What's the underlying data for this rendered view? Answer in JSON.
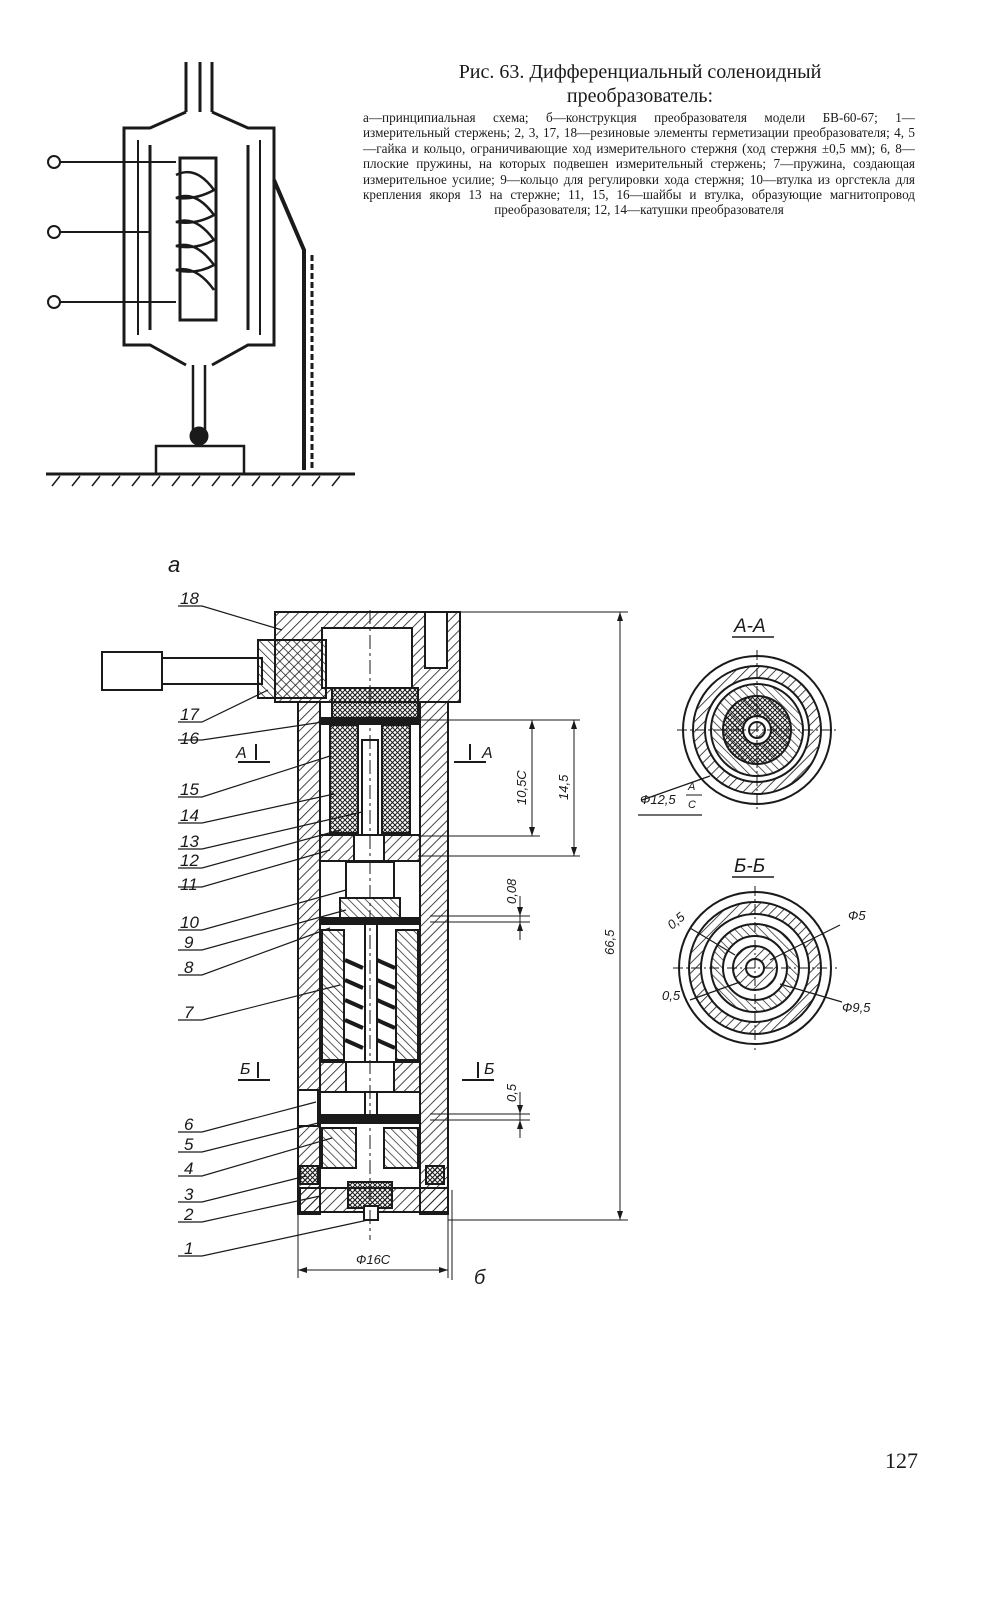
{
  "caption": {
    "title_line1": "Рис. 63. Дифференциальный соленоидный",
    "title_line2": "преобразователь:",
    "body": "а—принципиальная схема; б—конструкция преобразователя модели БВ-60-67; 1—измерительный стержень; 2, 3, 17, 18—резиновые элементы герметизации преобразователя; 4, 5—гайка и кольцо, ограничивающие ход измерительного стержня (ход стержня ±0,5 мм); 6, 8—плоские пружины, на которых подвешен измерительный стержень; 7—пружина, создающая измерительное усилие; 9—кольцо для регулировки хода стержня; 10—втулка из оргстекла для крепления якоря 13 на стержне; 11, 15, 16—шайбы и втулка, образующие магнитопровод преобразователя; 12, 14—катушки преобразователя"
  },
  "figure_labels": {
    "a": "а",
    "b": "б",
    "section_aa": "А-А",
    "section_bb": "Б-Б",
    "mark_a": "А",
    "mark_b": "Б",
    "parts": [
      "18",
      "17",
      "16",
      "15",
      "14",
      "13",
      "12",
      "11",
      "10",
      "9",
      "8",
      "7",
      "6",
      "5",
      "4",
      "3",
      "2",
      "1"
    ]
  },
  "dimensions": {
    "d_105c": "10,5С",
    "d_145": "14,5",
    "d_008": "0,08",
    "d_665": "66,5",
    "d_05": "0,5",
    "d_16c": "Ф16С",
    "d_125_prefix": "Ф12,5",
    "d_125_num": "А",
    "d_125_den": "С",
    "d_5": "Ф5",
    "d_95": "Ф9,5",
    "d_05a": "0,5",
    "d_05b": "0,5"
  },
  "page_number": "127"
}
